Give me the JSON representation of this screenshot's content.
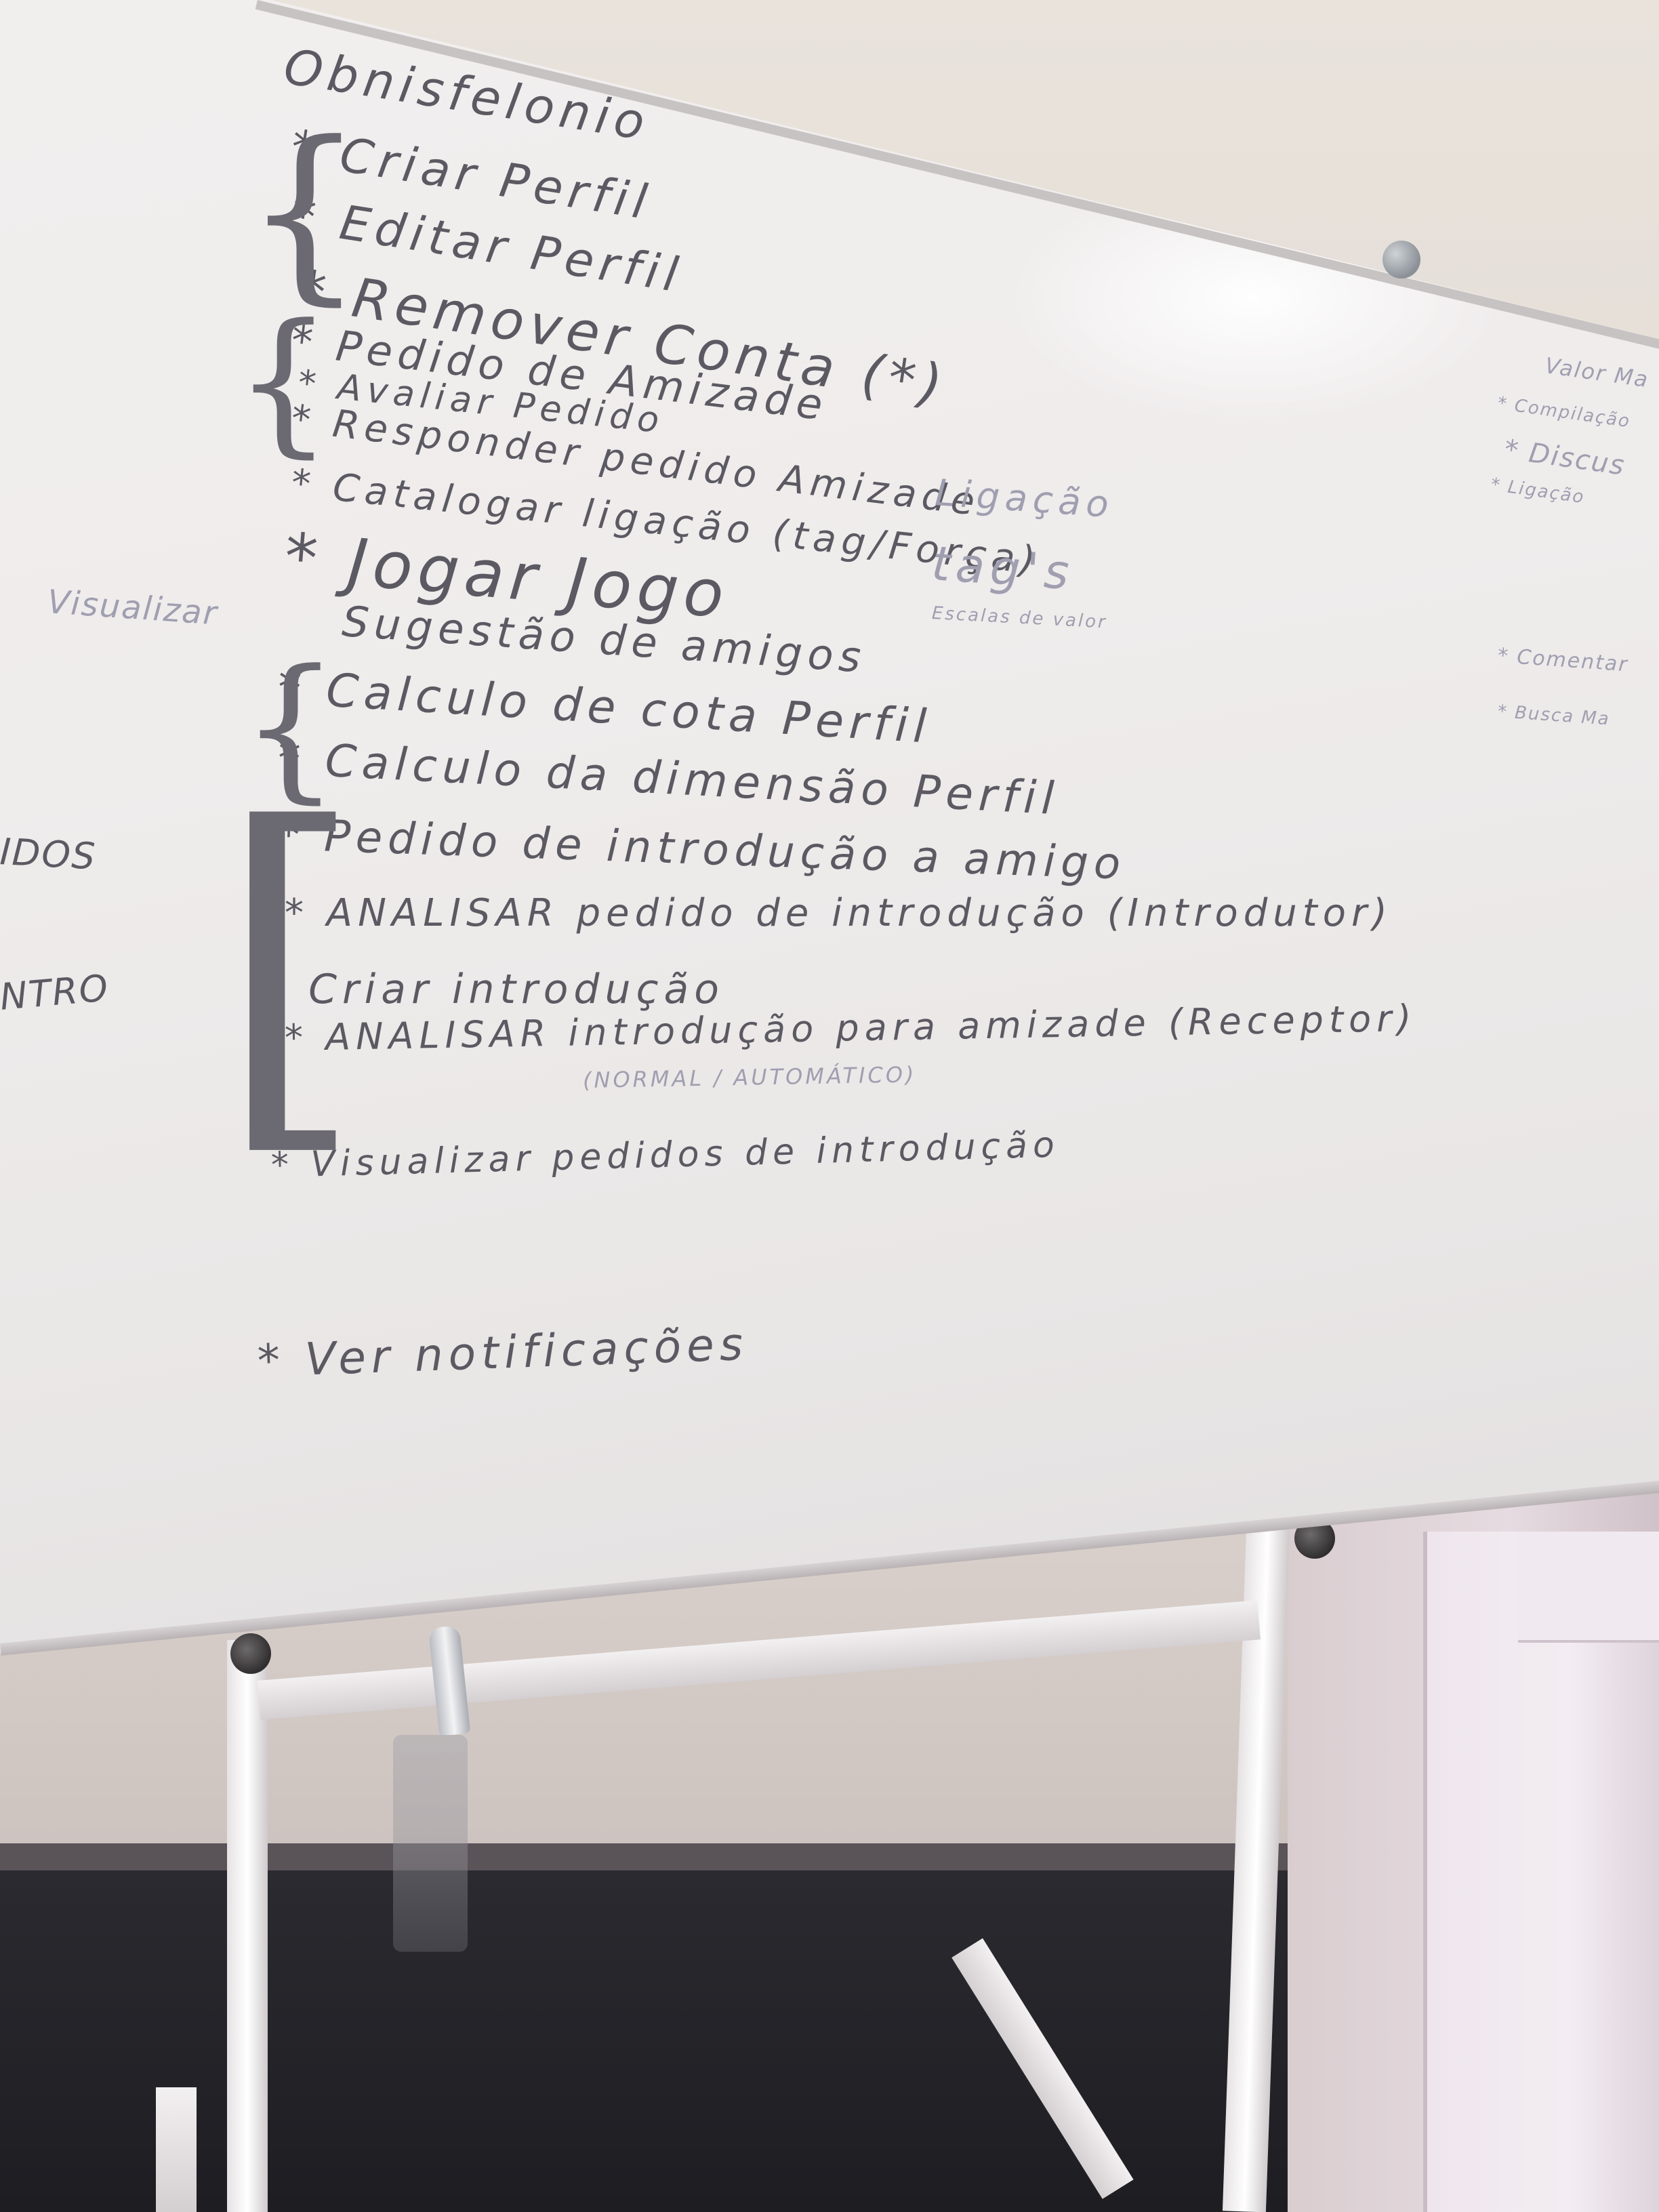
{
  "whiteboard": {
    "lines": [
      "Obnisfelonio",
      "* Criar Perfil",
      "* Editar Perfil",
      "* Remover Conta (*)",
      "* Pedido de Amizade",
      "* Avaliar Pedido",
      "* Responder pedido Amizade",
      "* Catalogar ligação (tag/Força)",
      "* Jogar Jogo",
      "Sugestão de amigos",
      "* Calculo de cota Perfil",
      "* Calculo da dimensão Perfil",
      "* Pedido de introdução a amigo",
      "* ANALISAR pedido de introdução (Introdutor)",
      "* Criar introdução",
      "* ANALISAR introdução para amizade (Receptor)",
      "(NORMAL / AUTOMÁTICO)",
      "* Visualizar pedidos de introdução",
      "* Ver notificações"
    ],
    "side_notes": [
      "Ligação",
      "tag's",
      "Escalas de valor",
      "Visualizar",
      "IDOS",
      "NTRO"
    ],
    "right_edge_notes": [
      "Valor Ma",
      "* Compilação",
      "* Discus",
      "* Ligação",
      "* Comentar",
      "* Busca Ma"
    ],
    "colors": {
      "ink": "#5b5a62",
      "faint_ink": "#9f9fb0",
      "board": "#eeebeb",
      "wall": "#e2dbd5",
      "floor": "#1d1d22"
    }
  }
}
